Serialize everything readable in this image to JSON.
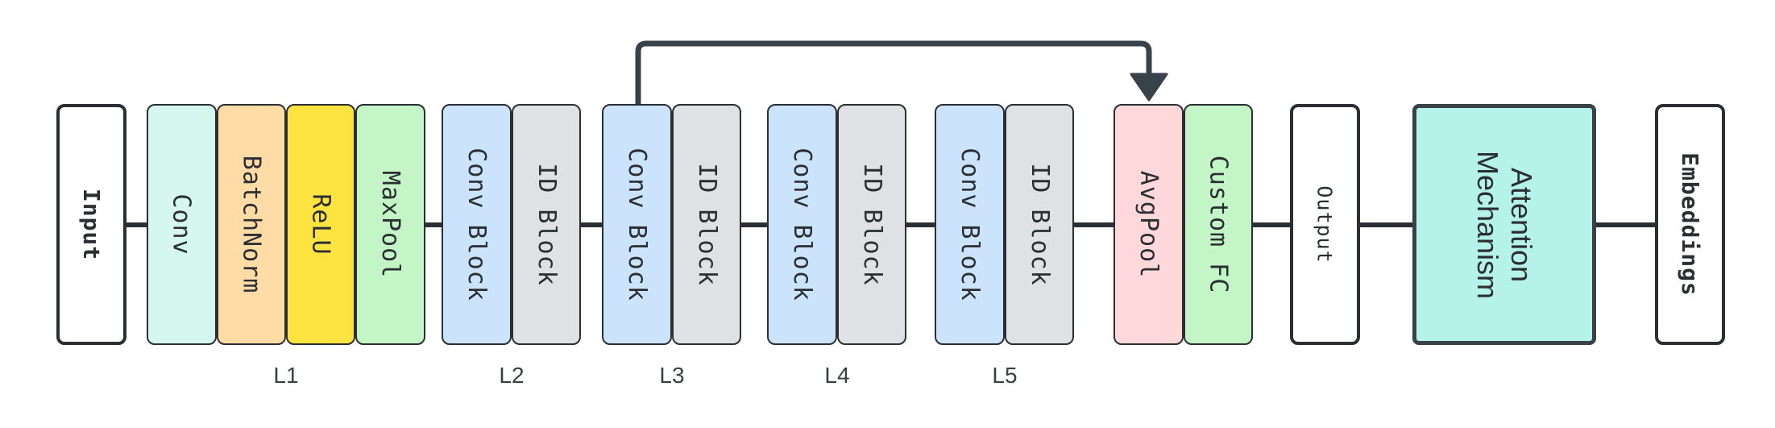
{
  "blocks": {
    "input": "Input",
    "conv": "Conv",
    "batchnorm": "BatchNorm",
    "relu": "ReLU",
    "maxpool": "MaxPool",
    "l2_conv": "Conv Block",
    "l2_id": "ID Block",
    "l3_conv": "Conv Block",
    "l3_id": "ID Block",
    "l4_conv": "Conv Block",
    "l4_id": "ID Block",
    "l5_conv": "Conv Block",
    "l5_id": "ID Block",
    "avgpool": "AvgPool",
    "custom_fc": "Custom FC",
    "output": "Output",
    "attention": "Attention Mechanism",
    "embeddings": "Embeddings"
  },
  "groups": {
    "l1": "L1",
    "l2": "L2",
    "l3": "L3",
    "l4": "L4",
    "l5": "L5"
  },
  "colors": {
    "stroke": "#2b2f33",
    "conv": "#d5f7f0",
    "batchnorm": "#ffdba6",
    "relu": "#ffe340",
    "maxpool": "#c3f5c6",
    "conv_block": "#cce3fc",
    "id_block": "#dfe1e5",
    "avgpool": "#ffd8dc",
    "custom_fc": "#c3f5c6",
    "attention": "#b5f3ea",
    "io": "#ffffff"
  }
}
